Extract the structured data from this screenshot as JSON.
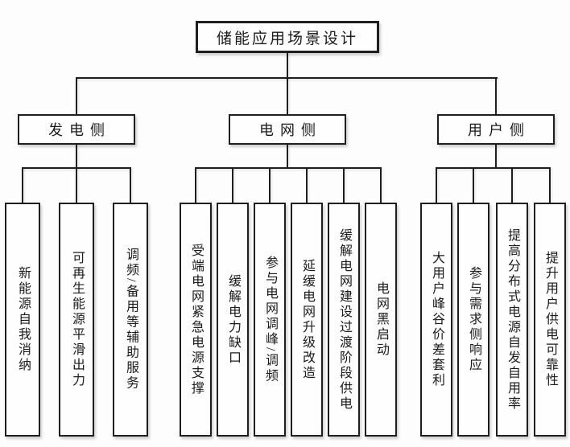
{
  "diagram": {
    "title": "储能应用场景设计",
    "line_color": "#1f1f1f",
    "background": "#fdfdfd",
    "groups": [
      {
        "label": "发电侧",
        "leaves": [
          "新能源自我消纳",
          "可再生能源平滑出力",
          "调频/备用等辅助服务"
        ]
      },
      {
        "label": "电网侧",
        "leaves": [
          "受端电网紧急电源支撑",
          "缓解电力缺口",
          "参与电网调峰/调频",
          "延缓电网升级改造",
          "缓解电网建设过渡阶段供电",
          "电网黑启动"
        ]
      },
      {
        "label": "用户侧",
        "leaves": [
          "大用户峰谷价差套利",
          "参与需求侧响应",
          "提高分布式电源自发自用率",
          "提升用户供电可靠性"
        ]
      }
    ]
  }
}
